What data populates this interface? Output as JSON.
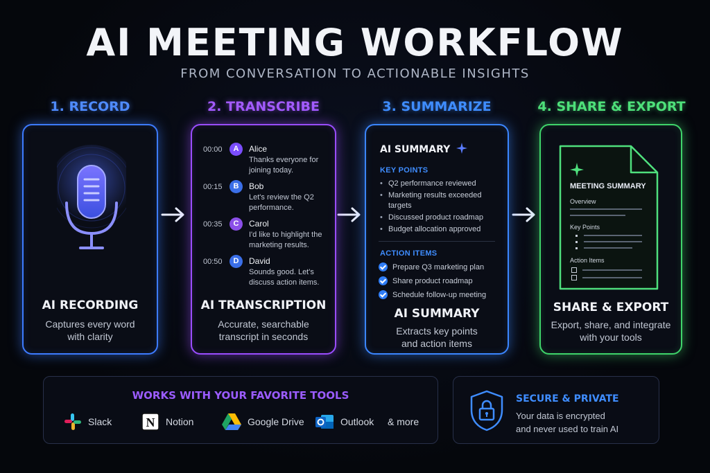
{
  "header": {
    "title": "AI MEETING WORKFLOW",
    "subtitle": "FROM CONVERSATION TO ACTIONABLE INSIGHTS"
  },
  "steps": [
    {
      "label": "1. RECORD",
      "title": "AI RECORDING",
      "desc_line1": "Captures every word",
      "desc_line2": "with clarity",
      "color": "#3d7bff"
    },
    {
      "label": "2. TRANSCRIBE",
      "title": "AI TRANSCRIPTION",
      "desc_line1": "Accurate, searchable",
      "desc_line2": "transcript in seconds",
      "color": "#9a4dff"
    },
    {
      "label": "3. SUMMARIZE",
      "title": "AI SUMMARY",
      "desc_line1": "Extracts key points",
      "desc_line2": "and action items",
      "color": "#3b86ff"
    },
    {
      "label": "4. SHARE & EXPORT",
      "title": "SHARE & EXPORT",
      "desc_line1": "Export, share, and integrate",
      "desc_line2": "with your tools",
      "color": "#3fd46a"
    }
  ],
  "transcript": [
    {
      "time": "00:00",
      "initial": "A",
      "name": "Alice",
      "text": "Thanks everyone for joining today.",
      "avatar_color": "#7b4dff"
    },
    {
      "time": "00:15",
      "initial": "B",
      "name": "Bob",
      "text": "Let's review the Q2 performance.",
      "avatar_color": "#3b6fe8"
    },
    {
      "time": "00:35",
      "initial": "C",
      "name": "Carol",
      "text": "I'd like to highlight the marketing results.",
      "avatar_color": "#8b4fe8"
    },
    {
      "time": "00:50",
      "initial": "D",
      "name": "David",
      "text": "Sounds good. Let's discuss action items.",
      "avatar_color": "#3b6fe8"
    }
  ],
  "summary": {
    "heading": "AI SUMMARY",
    "key_points_label": "KEY POINTS",
    "key_points": [
      "Q2 performance reviewed",
      "Marketing results exceeded targets",
      "Discussed product roadmap",
      "Budget allocation approved"
    ],
    "action_items_label": "ACTION ITEMS",
    "action_items": [
      "Prepare Q3 marketing plan",
      "Share product roadmap",
      "Schedule follow-up meeting"
    ]
  },
  "document": {
    "title": "MEETING SUMMARY",
    "overview_label": "Overview",
    "key_points_label": "Key Points",
    "action_items_label": "Action Items"
  },
  "tools": {
    "title": "WORKS WITH YOUR FAVORITE TOOLS",
    "items": [
      "Slack",
      "Notion",
      "Google Drive",
      "Outlook",
      "& more"
    ]
  },
  "security": {
    "title": "SECURE & PRIVATE",
    "desc_line1": "Your data is encrypted",
    "desc_line2": "and never used to train AI"
  },
  "colors": {
    "blue": "#3d7bff",
    "purple": "#9a4dff",
    "green": "#3fd46a",
    "background": "#05070c"
  }
}
